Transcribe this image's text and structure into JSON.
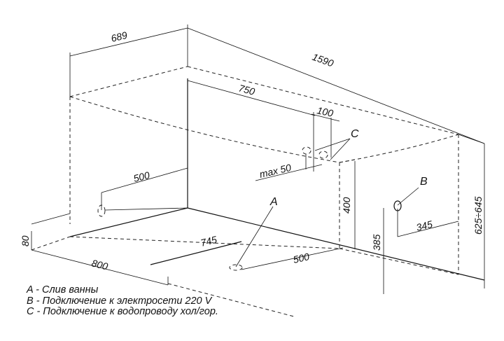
{
  "dimensions": {
    "width_689": "689",
    "length_1590": "1590",
    "tap_offset_750": "750",
    "tap_spacing_100": "100",
    "tap_depth": "max  50",
    "drain_top_500": "500",
    "skirt_height_400": "400",
    "power_height_385": "385",
    "power_offset_345": "345",
    "total_height": "625÷645",
    "leg_80": "80",
    "width_800": "800",
    "drain_745": "745",
    "drain_500": "500"
  },
  "markers": {
    "a": "A",
    "b": "B",
    "c": "C"
  },
  "legend": [
    "A - Слив ванны",
    "B - Подключение к электросети 220 V",
    "C - Подключение к водопроводу хол/гор."
  ]
}
